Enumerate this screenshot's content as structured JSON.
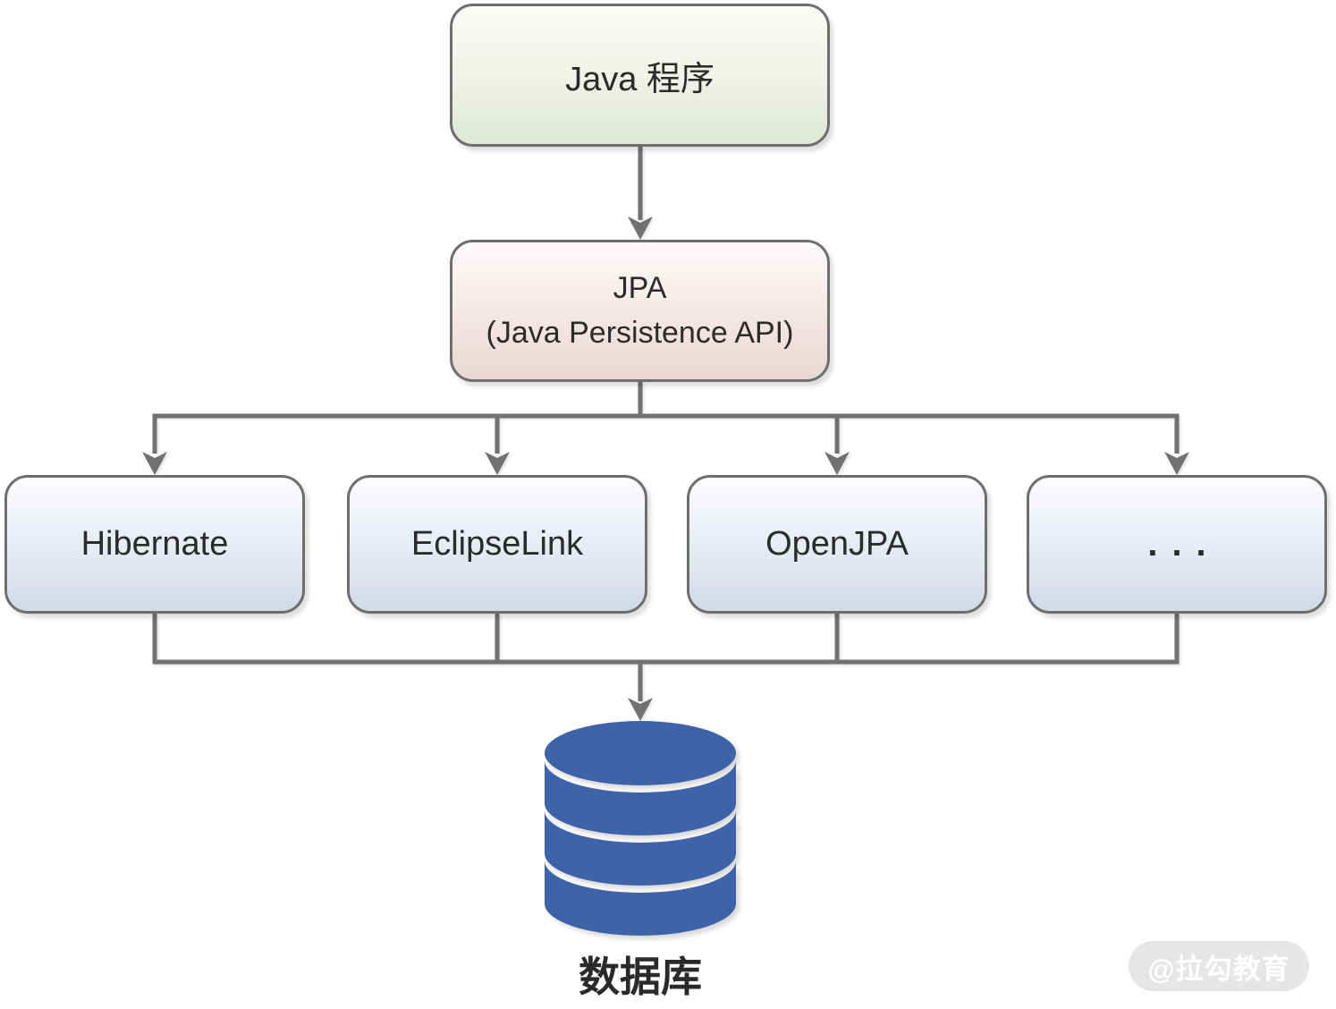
{
  "diagram": {
    "title_implied": "JPA architecture diagram",
    "top_box": {
      "label": "Java 程序"
    },
    "jpa_box": {
      "line1": "JPA",
      "line2": "(Java Persistence API)"
    },
    "implementations": [
      {
        "label": "Hibernate"
      },
      {
        "label": "EclipseLink"
      },
      {
        "label": "OpenJPA"
      },
      {
        "label": "..."
      }
    ],
    "database": {
      "label": "数据库"
    },
    "watermark": "@拉勾教育",
    "colors": {
      "connector_line": "#717171",
      "box_border": "#6e6e6e",
      "java_box_gradient_top": "#fbfcf8",
      "java_box_gradient_bottom": "#e1e8d5",
      "jpa_box_gradient_top": "#fdfafa",
      "jpa_box_gradient_bottom": "#ead7d4",
      "impl_box_gradient_top": "#fbfcfe",
      "impl_box_gradient_bottom": "#d2d9e7",
      "database_blue": "#3e63a8",
      "text": "#2b2b2b",
      "watermark_bg": "#e6e6e6",
      "watermark_text": "#ffffff"
    }
  }
}
